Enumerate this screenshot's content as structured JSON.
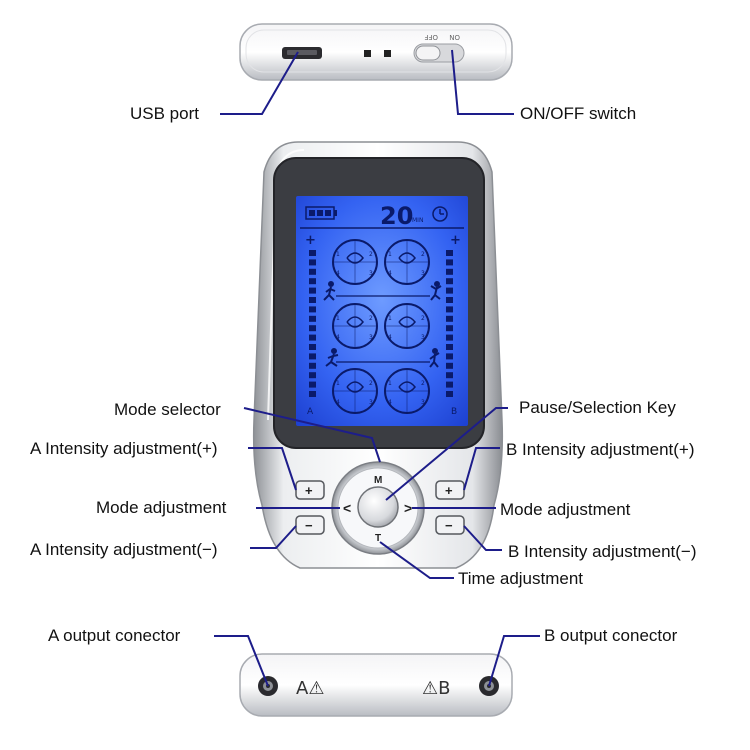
{
  "labels": {
    "usb_port": "USB port",
    "on_off_switch": "ON/OFF switch",
    "mode_selector": "Mode selector",
    "pause_selection_key": "Pause/Selection Key",
    "a_intensity_plus": "A Intensity adjustment(+)",
    "b_intensity_plus": "B Intensity adjustment(+)",
    "mode_adjustment_left": "Mode adjustment",
    "mode_adjustment_right": "Mode adjustment",
    "a_intensity_minus": "A Intensity adjustment(−)",
    "b_intensity_minus": "B Intensity adjustment(−)",
    "time_adjustment": "Time adjustment",
    "a_output_connector": "A output conector",
    "b_output_connector": "B output conector"
  },
  "switch": {
    "off_text": "OFF",
    "on_text": "ON"
  },
  "display": {
    "timer_value": "20",
    "timer_unit": "MIN",
    "channel_a_letter": "A",
    "channel_b_letter": "B",
    "plus_sign": "+",
    "mode_numbers": [
      "1",
      "2",
      "3",
      "4"
    ]
  },
  "buttons": {
    "mode": "M",
    "time": "T",
    "left": "<",
    "right": ">",
    "plus": "+",
    "minus": "−"
  },
  "connectors": {
    "a_mark": "A⚠",
    "b_mark": "⚠B"
  },
  "colors": {
    "callout_line": "#1d1d8a",
    "lcd_blue": "#2a59f0",
    "lcd_glow": "#4a7cff",
    "device_silver": "#c9ccd1"
  }
}
